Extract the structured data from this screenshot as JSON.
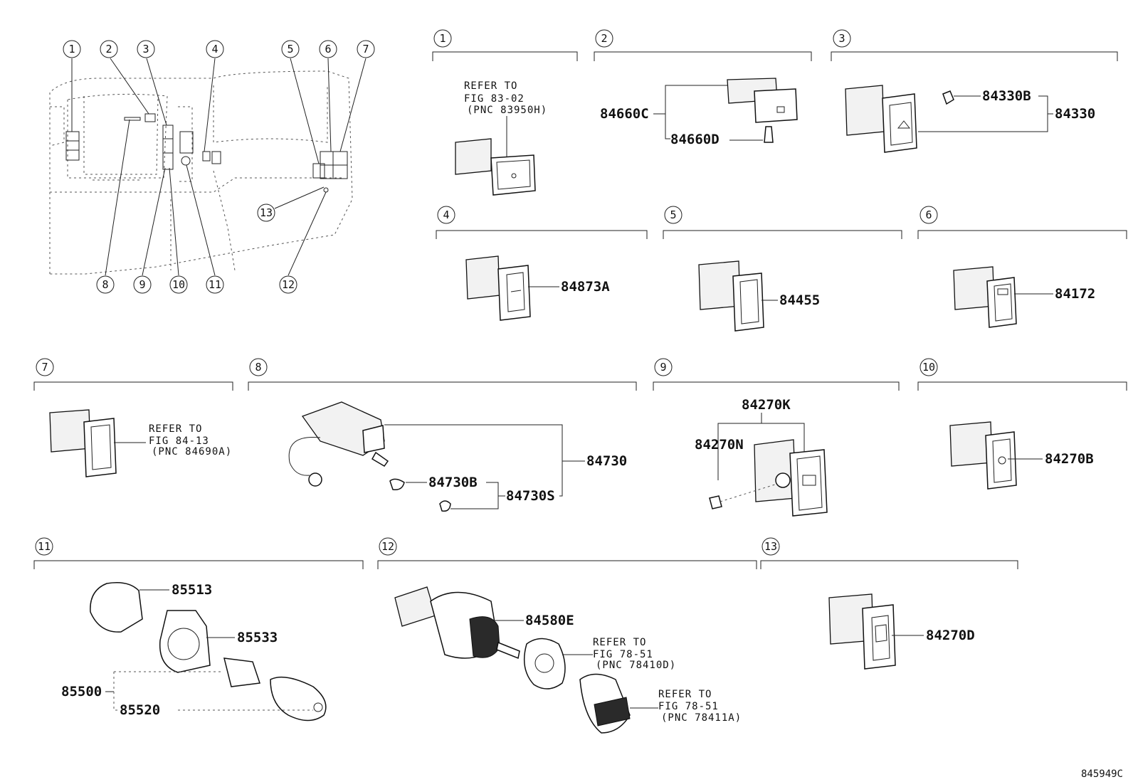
{
  "callouts": [
    "1",
    "2",
    "3",
    "4",
    "5",
    "6",
    "7",
    "8",
    "9",
    "10",
    "11",
    "12",
    "13"
  ],
  "parts": {
    "p84660C": "84660C",
    "p84660D": "84660D",
    "p84330B": "84330B",
    "p84330": "84330",
    "p84873A": "84873A",
    "p84455": "84455",
    "p84172": "84172",
    "p84270K": "84270K",
    "p84270N": "84270N",
    "p84730": "84730",
    "p84730B": "84730B",
    "p84730S": "84730S",
    "p84270B": "84270B",
    "p85513": "85513",
    "p85533": "85533",
    "p85500": "85500",
    "p85520": "85520",
    "p84580E": "84580E",
    "p84270D": "84270D"
  },
  "refs": {
    "s1": [
      "REFER TO",
      "FIG 83-02",
      "(PNC 83950H)"
    ],
    "s7": [
      "REFER TO",
      "FIG 84-13",
      "(PNC 84690A)"
    ],
    "s12a": [
      "REFER TO",
      "FIG 78-51",
      "(PNC 78410D)"
    ],
    "s12b": [
      "REFER TO",
      "FIG 78-51",
      "(PNC 78411A)"
    ]
  },
  "figure_code": "845949C"
}
